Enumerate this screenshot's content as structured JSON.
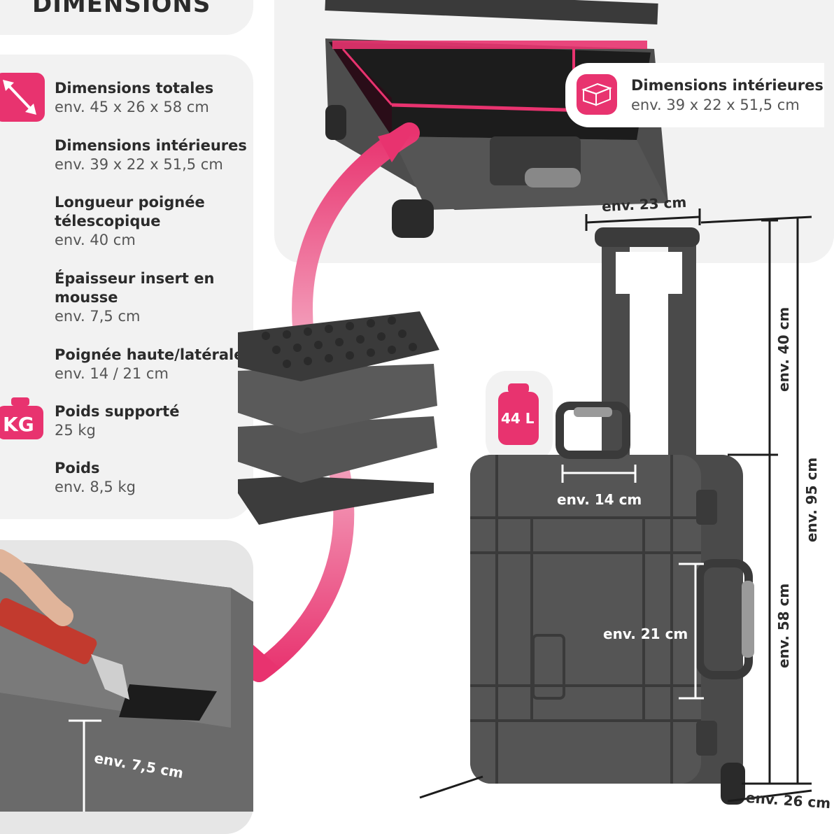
{
  "heading": "DIMENSIONS",
  "specs": [
    {
      "label": "Dimensions totales",
      "value": "env. 45 x 26 x 58 cm"
    },
    {
      "label": "Dimensions intérieures",
      "value": "env. 39 x 22 x 51,5 cm"
    },
    {
      "label": "Longueur poignée télescopique",
      "value": "env. 40 cm"
    },
    {
      "label": "Épaisseur insert en mousse",
      "value": "env. 7,5 cm"
    },
    {
      "label": "Poignée haute/latérale",
      "value": "env. 14 / 21 cm"
    },
    {
      "label": "Poids supporté",
      "value": "25 kg"
    },
    {
      "label": "Poids",
      "value": "env. 8,5 kg"
    }
  ],
  "weight_icon_text": "KG",
  "interior_callout": {
    "label": "Dimensions intérieures",
    "value": "env. 39 x 22 x 51,5 cm"
  },
  "volume_badge": "44 L",
  "measurements": {
    "handle_width": "env. 23 cm",
    "telescopic_length": "env. 40 cm",
    "total_height": "env. 95 cm",
    "case_height": "env. 58 cm",
    "top_handle": "env. 14 cm",
    "side_handle": "env. 21 cm",
    "depth": "env. 26 cm",
    "foam_thickness": "env. 7,5 cm"
  },
  "colors": {
    "accent": "#e8336f",
    "panel": "#f2f2f2",
    "case": "#4a4a4a"
  }
}
